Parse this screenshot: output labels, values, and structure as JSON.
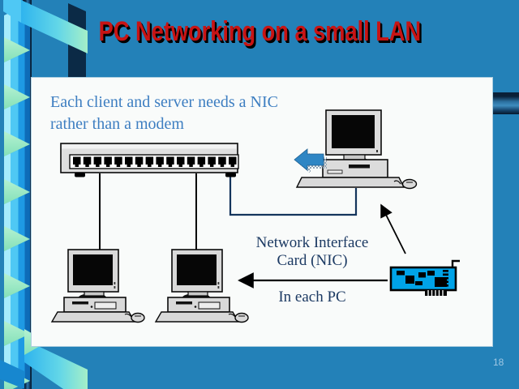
{
  "slide": {
    "title": "PC Networking on a small LAN",
    "page_number": "18"
  },
  "panel": {
    "heading_line1": "Each client and server needs a NIC",
    "heading_line2": "rather than a modem",
    "nic_label_line1": "Network Interface",
    "nic_label_line2": "Card (NIC)",
    "nic_sublabel": "In each PC"
  },
  "icons": {
    "hub": "network-hub-16-port",
    "client_pc": "desktop-computer",
    "server_pc": "desktop-computer",
    "nic_card": "network-interface-card",
    "block_arrow": "left-block-arrow",
    "pointer_arrows": "thin-black-arrow"
  },
  "colors": {
    "background": "#2381B8",
    "title_text": "#C81414",
    "title_shadow": "#000000",
    "panel_bg": "#F9FBFA",
    "heading_text": "#3D7EC1",
    "label_text": "#1C3A63",
    "nic_card_blue": "#00A3E8",
    "block_arrow_blue": "#2F86C4",
    "ribbon_cyan": "#3CC0F2",
    "ribbon_mint": "#A9EFCB",
    "pole_navy": "#0B2B4A",
    "page_number_text": "#A0C8E4"
  }
}
